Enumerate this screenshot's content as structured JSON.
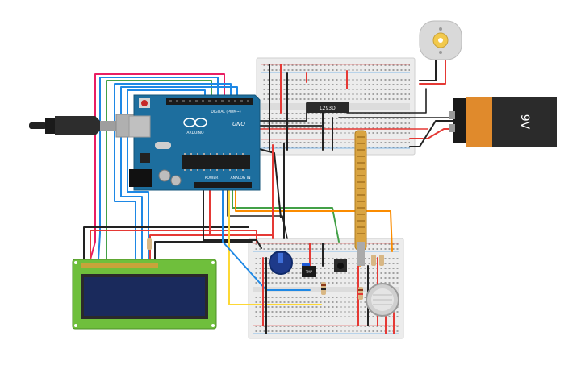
{
  "circuit": {
    "arduino": {
      "logo_text": "UNO",
      "brand_text": "ARDUINO",
      "digital_label": "DIGITAL (PWM~)",
      "power_label": "POWER",
      "analog_label": "ANALOG IN"
    },
    "battery": {
      "label": "9V"
    },
    "driver_chip": {
      "label": "L293D"
    },
    "sensor_small": {
      "label": "TMP"
    },
    "colors": {
      "wire_red": "#e53935",
      "wire_black": "#222222",
      "wire_blue": "#1e88e5",
      "wire_green": "#43a047",
      "wire_pink": "#e91e63",
      "wire_yellow": "#fdd835",
      "wire_orange": "#fb8c00",
      "arduino_board": "#1d6e9e",
      "lcd_green": "#6fbf3c",
      "lcd_screen": "#1a2a5c",
      "battery_body": "#e08a2c",
      "breadboard": "#eeeeee"
    }
  }
}
